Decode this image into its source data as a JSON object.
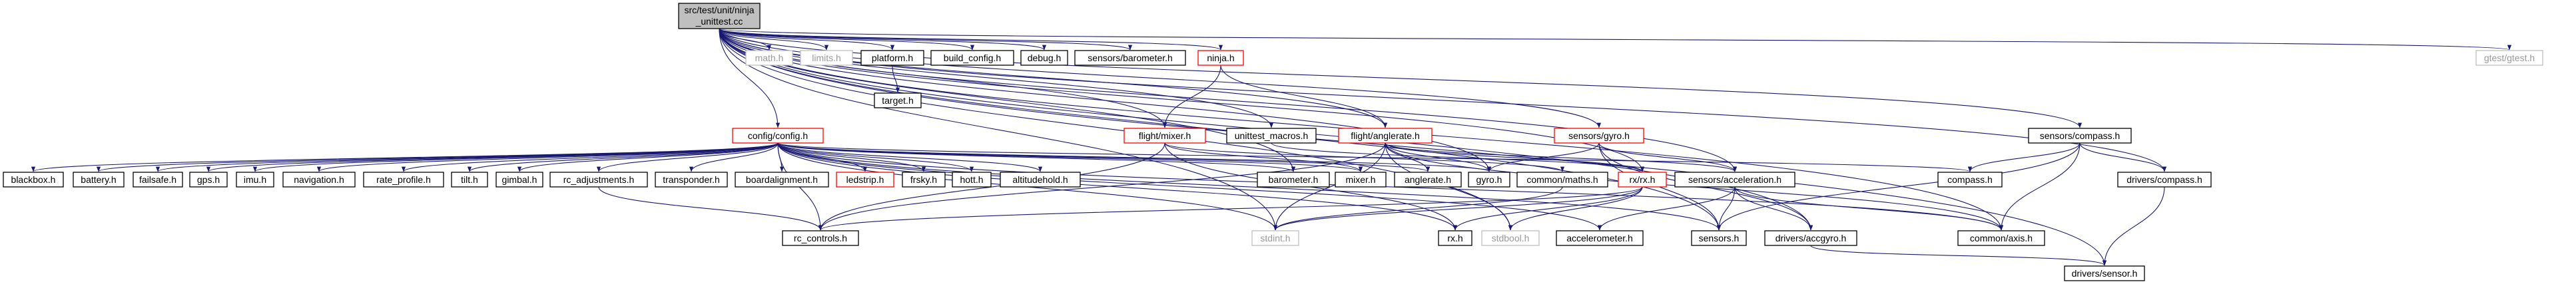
{
  "colors": {
    "edge": "#191970",
    "node_stroke": "#000000",
    "node_fill": "#ffffff",
    "root_fill": "#bfbfbf",
    "missing_stroke": "#bfbfbf",
    "missing_text": "#9a9a9a",
    "incomplete_stroke": "#ff0000"
  },
  "nodes": [
    {
      "id": "root",
      "label": "src/test/unit/ninja",
      "label2": "_unittest.cc",
      "kind": "root"
    },
    {
      "id": "math",
      "label": "math.h",
      "kind": "missing"
    },
    {
      "id": "limits",
      "label": "limits.h",
      "kind": "missing"
    },
    {
      "id": "platform",
      "label": "platform.h",
      "kind": "normal"
    },
    {
      "id": "build_config",
      "label": "build_config.h",
      "kind": "normal"
    },
    {
      "id": "debug",
      "label": "debug.h",
      "kind": "normal"
    },
    {
      "id": "sensors_barometer",
      "label": "sensors/barometer.h",
      "kind": "normal"
    },
    {
      "id": "ninja",
      "label": "ninja.h",
      "kind": "incomplete"
    },
    {
      "id": "sensors_gyro",
      "label": "sensors/gyro.h",
      "kind": "incomplete"
    },
    {
      "id": "gtest",
      "label": "gtest/gtest.h",
      "kind": "missing"
    },
    {
      "id": "target",
      "label": "target.h",
      "kind": "normal"
    },
    {
      "id": "config",
      "label": "config/config.h",
      "kind": "incomplete"
    },
    {
      "id": "flight_mixer",
      "label": "flight/mixer.h",
      "kind": "incomplete"
    },
    {
      "id": "unittest_macros",
      "label": "unittest_macros.h",
      "kind": "normal"
    },
    {
      "id": "flight_anglerate",
      "label": "flight/anglerate.h",
      "kind": "incomplete"
    },
    {
      "id": "sensors_compass",
      "label": "sensors/compass.h",
      "kind": "normal"
    },
    {
      "id": "blackbox",
      "label": "blackbox.h",
      "kind": "normal"
    },
    {
      "id": "battery",
      "label": "battery.h",
      "kind": "normal"
    },
    {
      "id": "failsafe",
      "label": "failsafe.h",
      "kind": "normal"
    },
    {
      "id": "gps",
      "label": "gps.h",
      "kind": "normal"
    },
    {
      "id": "imu",
      "label": "imu.h",
      "kind": "normal"
    },
    {
      "id": "navigation",
      "label": "navigation.h",
      "kind": "normal"
    },
    {
      "id": "rate_profile",
      "label": "rate_profile.h",
      "kind": "normal"
    },
    {
      "id": "tilt",
      "label": "tilt.h",
      "kind": "normal"
    },
    {
      "id": "gimbal",
      "label": "gimbal.h",
      "kind": "normal"
    },
    {
      "id": "rc_adjustments",
      "label": "rc_adjustments.h",
      "kind": "normal"
    },
    {
      "id": "transponder",
      "label": "transponder.h",
      "kind": "normal"
    },
    {
      "id": "boardalignment",
      "label": "boardalignment.h",
      "kind": "normal"
    },
    {
      "id": "ledstrip",
      "label": "ledstrip.h",
      "kind": "incomplete"
    },
    {
      "id": "frsky",
      "label": "frsky.h",
      "kind": "normal"
    },
    {
      "id": "hott",
      "label": "hott.h",
      "kind": "normal"
    },
    {
      "id": "altitudehold",
      "label": "altitudehold.h",
      "kind": "normal"
    },
    {
      "id": "barometer",
      "label": "barometer.h",
      "kind": "normal"
    },
    {
      "id": "mixer",
      "label": "mixer.h",
      "kind": "normal"
    },
    {
      "id": "anglerate",
      "label": "anglerate.h",
      "kind": "normal"
    },
    {
      "id": "gyro",
      "label": "gyro.h",
      "kind": "normal"
    },
    {
      "id": "common_maths",
      "label": "common/maths.h",
      "kind": "normal"
    },
    {
      "id": "rx_rx",
      "label": "rx/rx.h",
      "kind": "incomplete"
    },
    {
      "id": "sensors_acceleration",
      "label": "sensors/acceleration.h",
      "kind": "normal"
    },
    {
      "id": "compass",
      "label": "compass.h",
      "kind": "normal"
    },
    {
      "id": "drivers_compass",
      "label": "drivers/compass.h",
      "kind": "normal"
    },
    {
      "id": "rc_controls",
      "label": "rc_controls.h",
      "kind": "normal"
    },
    {
      "id": "stdint",
      "label": "stdint.h",
      "kind": "missing"
    },
    {
      "id": "rx",
      "label": "rx.h",
      "kind": "normal"
    },
    {
      "id": "stdbool",
      "label": "stdbool.h",
      "kind": "missing"
    },
    {
      "id": "accelerometer",
      "label": "accelerometer.h",
      "kind": "normal"
    },
    {
      "id": "sensors",
      "label": "sensors.h",
      "kind": "normal"
    },
    {
      "id": "drivers_accgyro",
      "label": "drivers/accgyro.h",
      "kind": "normal"
    },
    {
      "id": "common_axis",
      "label": "common/axis.h",
      "kind": "normal"
    },
    {
      "id": "drivers_sensor",
      "label": "drivers/sensor.h",
      "kind": "normal"
    }
  ],
  "edges": [
    [
      "root",
      "math"
    ],
    [
      "root",
      "limits"
    ],
    [
      "root",
      "platform"
    ],
    [
      "root",
      "build_config"
    ],
    [
      "root",
      "debug"
    ],
    [
      "root",
      "sensors_barometer"
    ],
    [
      "root",
      "ninja"
    ],
    [
      "root",
      "sensors_gyro"
    ],
    [
      "root",
      "gtest"
    ],
    [
      "root",
      "config"
    ],
    [
      "root",
      "flight_mixer"
    ],
    [
      "root",
      "unittest_macros"
    ],
    [
      "root",
      "flight_anglerate"
    ],
    [
      "root",
      "sensors_compass"
    ],
    [
      "root",
      "sensors_acceleration"
    ],
    [
      "root",
      "drivers_compass"
    ],
    [
      "root",
      "rx_rx"
    ],
    [
      "root",
      "common_axis"
    ],
    [
      "root",
      "drivers_sensor"
    ],
    [
      "root",
      "stdint"
    ],
    [
      "root",
      "stdbool"
    ],
    [
      "root",
      "barometer"
    ],
    [
      "root",
      "gyro"
    ],
    [
      "root",
      "sensors"
    ],
    [
      "root",
      "drivers_accgyro"
    ],
    [
      "platform",
      "target"
    ],
    [
      "ninja",
      "flight_mixer"
    ],
    [
      "ninja",
      "flight_anglerate"
    ],
    [
      "config",
      "blackbox"
    ],
    [
      "config",
      "battery"
    ],
    [
      "config",
      "failsafe"
    ],
    [
      "config",
      "gps"
    ],
    [
      "config",
      "imu"
    ],
    [
      "config",
      "navigation"
    ],
    [
      "config",
      "rate_profile"
    ],
    [
      "config",
      "tilt"
    ],
    [
      "config",
      "gimbal"
    ],
    [
      "config",
      "rc_adjustments"
    ],
    [
      "config",
      "transponder"
    ],
    [
      "config",
      "boardalignment"
    ],
    [
      "config",
      "ledstrip"
    ],
    [
      "config",
      "frsky"
    ],
    [
      "config",
      "hott"
    ],
    [
      "config",
      "altitudehold"
    ],
    [
      "config",
      "barometer"
    ],
    [
      "config",
      "mixer"
    ],
    [
      "config",
      "anglerate"
    ],
    [
      "config",
      "gyro"
    ],
    [
      "config",
      "compass"
    ],
    [
      "config",
      "rc_controls"
    ],
    [
      "config",
      "rx"
    ],
    [
      "config",
      "accelerometer"
    ],
    [
      "config",
      "sensors"
    ],
    [
      "config",
      "stdint"
    ],
    [
      "config",
      "common_axis"
    ],
    [
      "flight_mixer",
      "mixer"
    ],
    [
      "flight_mixer",
      "common_maths"
    ],
    [
      "flight_mixer",
      "rc_controls"
    ],
    [
      "flight_mixer",
      "rx"
    ],
    [
      "unittest_macros",
      "rx_rx"
    ],
    [
      "flight_anglerate",
      "anglerate"
    ],
    [
      "flight_anglerate",
      "gyro"
    ],
    [
      "flight_anglerate",
      "rx_rx"
    ],
    [
      "flight_anglerate",
      "sensors_acceleration"
    ],
    [
      "flight_anglerate",
      "common_axis"
    ],
    [
      "flight_anglerate",
      "stdbool"
    ],
    [
      "flight_anglerate",
      "stdint"
    ],
    [
      "flight_anglerate",
      "rc_controls"
    ],
    [
      "sensors_gyro",
      "gyro"
    ],
    [
      "sensors_gyro",
      "sensors"
    ],
    [
      "sensors_gyro",
      "drivers_accgyro"
    ],
    [
      "sensors_gyro",
      "sensors_acceleration"
    ],
    [
      "sensors_compass",
      "compass"
    ],
    [
      "sensors_compass",
      "drivers_compass"
    ],
    [
      "sensors_compass",
      "common_axis"
    ],
    [
      "sensors_compass",
      "sensors"
    ],
    [
      "rx_rx",
      "rx"
    ],
    [
      "rx_rx",
      "stdint"
    ],
    [
      "rx_rx",
      "stdbool"
    ],
    [
      "rx_rx",
      "rc_controls"
    ],
    [
      "common_maths",
      "stdint"
    ],
    [
      "rc_adjustments",
      "rc_controls"
    ],
    [
      "sensors_acceleration",
      "accelerometer"
    ],
    [
      "sensors_acceleration",
      "sensors"
    ],
    [
      "sensors_acceleration",
      "drivers_accgyro"
    ],
    [
      "sensors_acceleration",
      "common_axis"
    ],
    [
      "drivers_compass",
      "drivers_sensor"
    ],
    [
      "drivers_accgyro",
      "drivers_sensor"
    ]
  ]
}
